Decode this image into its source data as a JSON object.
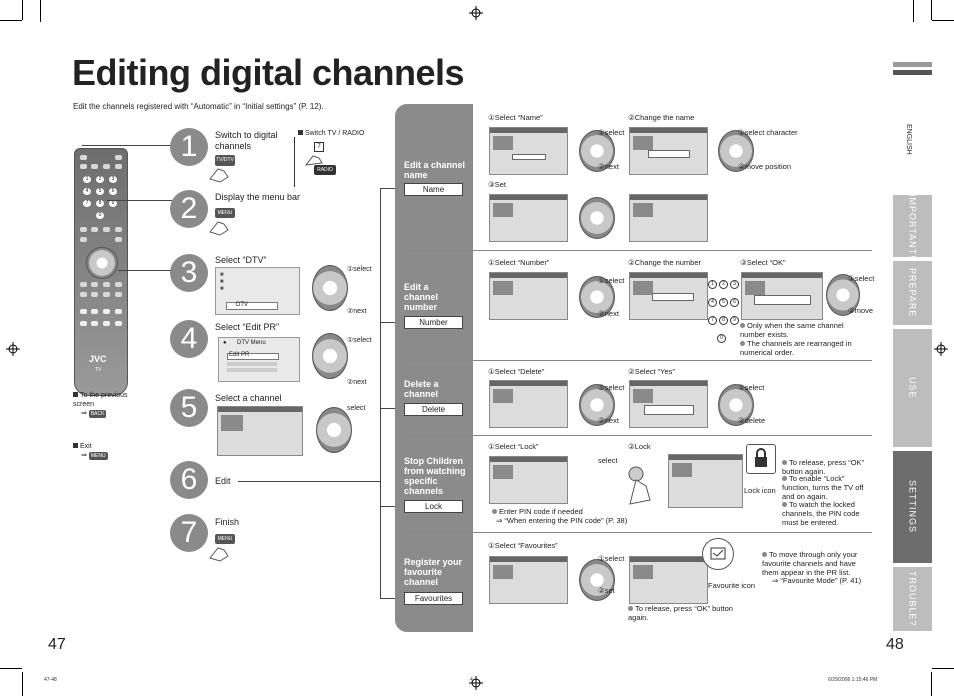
{
  "title": "Editing digital channels",
  "intro": "Edit the channels registered with “Automatic” in “Initial settings” (P. 12).",
  "remote": {
    "brand": "JVC",
    "model": "TV",
    "numbers": [
      "1",
      "2",
      "3",
      "4",
      "5",
      "6",
      "7",
      "8",
      "9",
      "0"
    ],
    "note_back_label": "To the previous screen",
    "back_button": "BACK",
    "note_exit_label": "Exit",
    "exit_button": "MENU"
  },
  "steps": [
    {
      "num": "1",
      "label": "Switch to digital channels",
      "icon": "TV/DTV",
      "note": "Switch TV / RADIO",
      "note_key": "7",
      "radio": "RADIO"
    },
    {
      "num": "2",
      "label": "Display the menu bar",
      "icon": "MENU"
    },
    {
      "num": "3",
      "label": "Select “DTV”",
      "screen_item": "DTV",
      "action1": "①select",
      "action2": "②next"
    },
    {
      "num": "4",
      "label": "Select “Edit PR”",
      "screen_title": "DTV Menu",
      "screen_items": [
        "Edit PR"
      ],
      "action1": "①select",
      "action2": "②next"
    },
    {
      "num": "5",
      "label": "Select a channel",
      "action": "select"
    },
    {
      "num": "6",
      "label": "Edit"
    },
    {
      "num": "7",
      "label": "Finish",
      "icon": "MENU"
    }
  ],
  "sections": [
    {
      "heading": "Edit a channel name",
      "button": "Name",
      "steps": [
        "①Select “Name”",
        "②Change the name",
        "③Set"
      ],
      "actions": [
        "①select",
        "②next",
        "①select character",
        "②move position"
      ]
    },
    {
      "heading": "Edit a channel number",
      "button": "Number",
      "steps": [
        "①Select “Number”",
        "②Change the number",
        "③Select “OK”"
      ],
      "actions": [
        "①select",
        "②next",
        "①select",
        "②move"
      ],
      "keypad": [
        "1",
        "2",
        "3",
        "4",
        "5",
        "6",
        "7",
        "8",
        "9",
        "0"
      ],
      "notes": [
        "Only when the same channel number exists.",
        "The channels are rearranged in numerical order."
      ]
    },
    {
      "heading": "Delete a channel",
      "button": "Delete",
      "steps": [
        "①Select “Delete”",
        "②Select “Yes”"
      ],
      "actions": [
        "①select",
        "②next",
        "①select",
        "②delete"
      ]
    },
    {
      "heading": "Stop Children from watching specific channels",
      "button": "Lock",
      "steps": [
        "①Select “Lock”",
        "②Lock"
      ],
      "actions": [
        "select"
      ],
      "icon_label": "Lock icon",
      "notes_left": [
        "Enter PIN code if needed",
        "⇒ “When entering the PIN code” (P. 38)"
      ],
      "notes": [
        "To release, press “OK” button again.",
        "To enable “Lock” function, turns the TV off and on again.",
        "To watch the locked channels, the PIN code must be entered."
      ]
    },
    {
      "heading": "Register your favourite channel",
      "button": "Favourites",
      "steps": [
        "①Select “Favourites”"
      ],
      "actions": [
        "①select",
        "②set"
      ],
      "icon_label": "Favourite icon",
      "notes_bottom": [
        "To release, press “OK” button again."
      ],
      "notes": [
        "To move through only your favourite channels and have them appear in the PR list.",
        "⇒ “Favourite Mode” (P. 41)"
      ]
    }
  ],
  "side_tabs": [
    "ENGLISH",
    "IMPORTANT!",
    "PREPARE",
    "USE",
    "SETTINGS",
    "TROUBLE?"
  ],
  "page_left": "47",
  "page_right": "48",
  "footer_left": "47-48",
  "footer_center": "4",
  "footer_right": "6/29/2006   1:15:46 PM",
  "colors": {
    "panel": "#8b8b8b",
    "tab": "#bdbdbd",
    "tab_active": "#6d6d6d"
  }
}
